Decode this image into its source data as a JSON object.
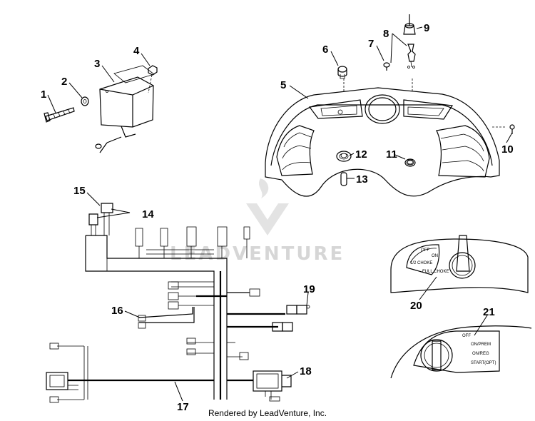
{
  "callouts": [
    "1",
    "2",
    "3",
    "4",
    "5",
    "6",
    "7",
    "8",
    "9",
    "10",
    "11",
    "12",
    "13",
    "14",
    "15",
    "16",
    "17",
    "18",
    "19",
    "20",
    "21"
  ],
  "watermark": "LEADVENTURE",
  "credit": "Rendered by LeadVenture, Inc.",
  "switch_20_labels": {
    "off": "OFF",
    "on": "ON",
    "choke": "1/2 CHOKE",
    "full_choke": "FULL CHOKE"
  },
  "switch_21_labels": {
    "off": "OFF",
    "run": "ON/PREM",
    "on_reg": "ON/REG",
    "start": "START(OPT)"
  }
}
